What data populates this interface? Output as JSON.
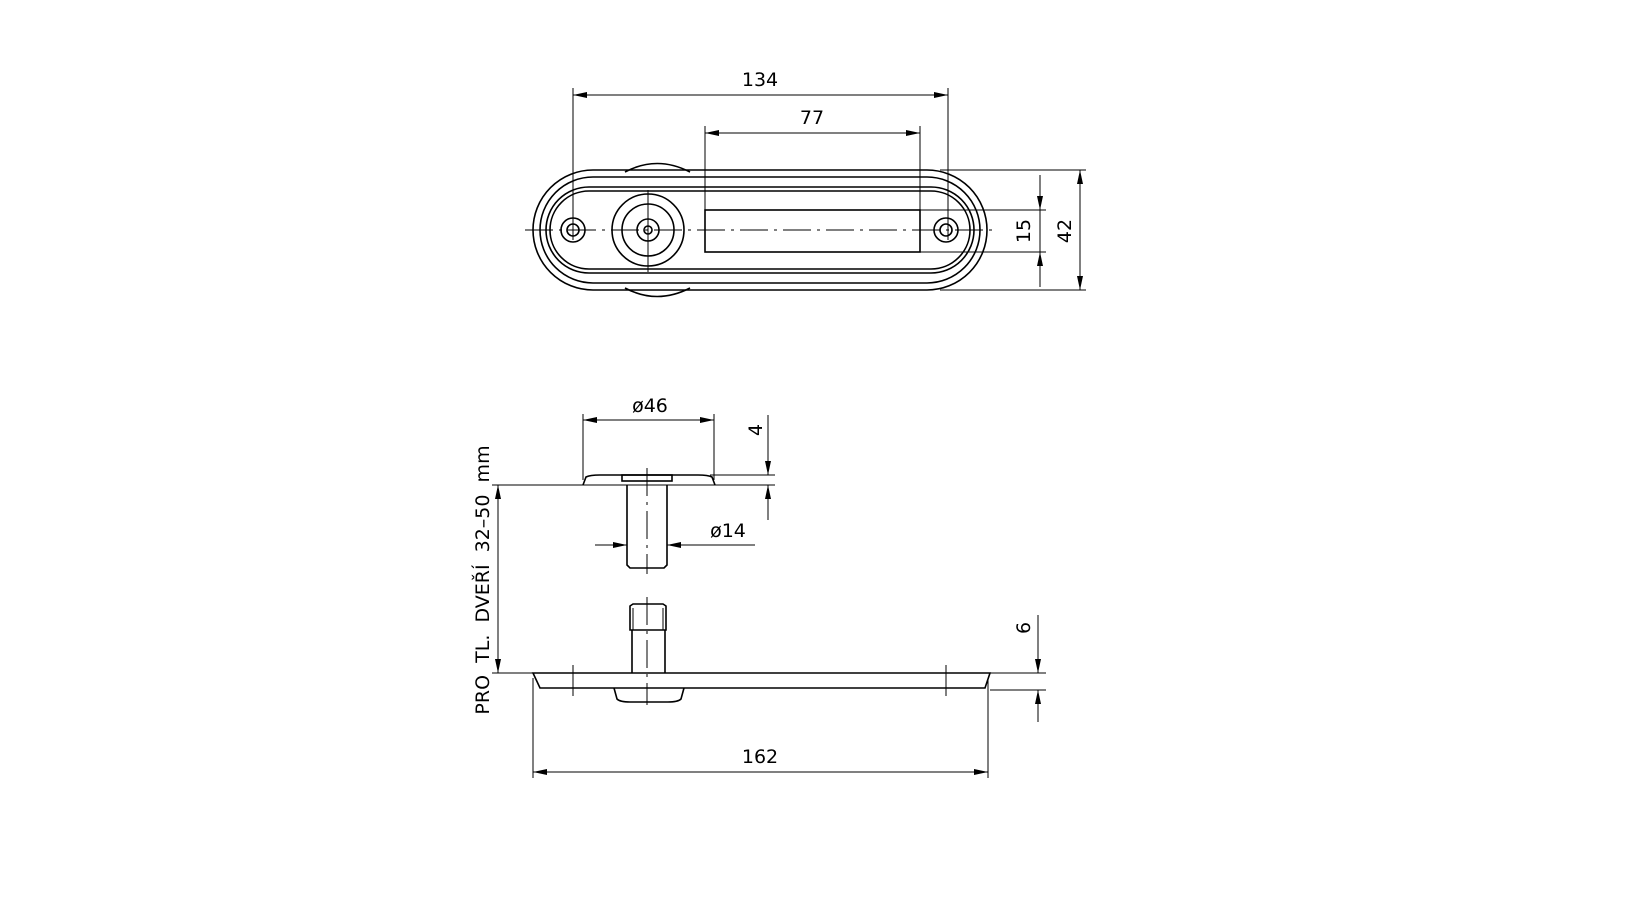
{
  "drawing": {
    "top_view": {
      "dim_overall_length": "134",
      "dim_slot_length": "77",
      "dim_slot_width": "15",
      "dim_overall_width": "42"
    },
    "side_view": {
      "dim_rosette_diameter": "ø46",
      "dim_rosette_height": "4",
      "dim_stem_diameter": "ø14",
      "dim_plate_height": "6",
      "dim_plate_length": "162",
      "door_thickness_note": "PRO  TL.  DVEŘÍ  32–50  mm"
    }
  }
}
